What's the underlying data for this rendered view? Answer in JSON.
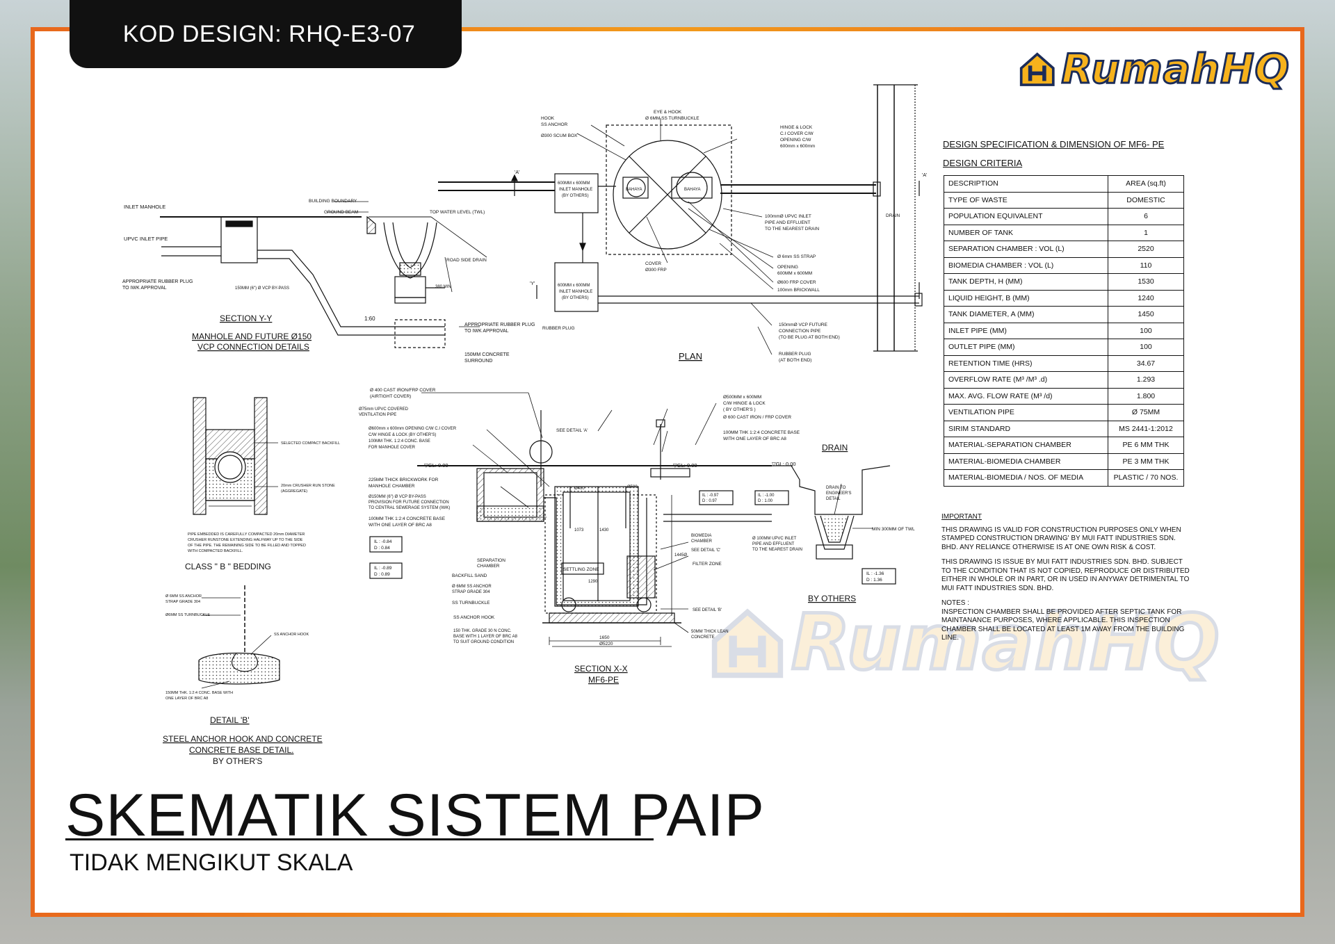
{
  "header": {
    "code_label": "KOD DESIGN:",
    "code_value": "RHQ-E3-07"
  },
  "brand": {
    "name": "RumahHQ",
    "icon": "house-h-logo-icon",
    "accent": "#f6b21c",
    "dark": "#1b2c59"
  },
  "frame": {
    "border_color": "#e8681c"
  },
  "title": {
    "main": "SKEMATIK SISTEM PAIP",
    "sub": "TIDAK MENGIKUT SKALA"
  },
  "spec": {
    "heading": "DESIGN SPECIFICATION & DIMENSION OF MF6- PE",
    "criteria": "DESIGN CRITERIA",
    "rows": [
      {
        "label": "DESCRIPTION",
        "value": "AREA (sq.ft)"
      },
      {
        "label": "TYPE OF WASTE",
        "value": "DOMESTIC"
      },
      {
        "label": "POPULATION EQUIVALENT",
        "value": "6"
      },
      {
        "label": "NUMBER OF TANK",
        "value": "1"
      },
      {
        "label": "SEPARATION CHAMBER : VOL (L)",
        "value": "2520"
      },
      {
        "label": "BIOMEDIA CHAMBER : VOL (L)",
        "value": "110"
      },
      {
        "label": "TANK DEPTH, H (MM)",
        "value": "1530"
      },
      {
        "label": "LIQUID HEIGHT, B (MM)",
        "value": "1240"
      },
      {
        "label": "TANK DIAMETER, A (MM)",
        "value": "1450"
      },
      {
        "label": "INLET PIPE (MM)",
        "value": "100"
      },
      {
        "label": "OUTLET PIPE (MM)",
        "value": "100"
      },
      {
        "label": "RETENTION TIME (HRS)",
        "value": "34.67"
      },
      {
        "label": "OVERFLOW RATE (M³ /M³ .d)",
        "value": "1.293"
      },
      {
        "label": "MAX. AVG. FLOW RATE (M³ /d)",
        "value": "1.800"
      },
      {
        "label": "VENTILATION PIPE",
        "value": "Ø 75MM"
      },
      {
        "label": "SIRIM STANDARD",
        "value": "MS 2441-1:2012"
      },
      {
        "label": "MATERIAL-SEPARATION CHAMBER",
        "value": "PE 6 MM THK"
      },
      {
        "label": "MATERIAL-BIOMEDIA CHAMBER",
        "value": "PE 3 MM THK"
      },
      {
        "label": "MATERIAL-BIOMEDIA / NOS. OF MEDIA",
        "value": "PLASTIC / 70 NOS."
      }
    ]
  },
  "notes": {
    "important_title": "IMPORTANT",
    "important_1": "THIS DRAWING IS VALID FOR CONSTRUCTION PURPOSES ONLY WHEN STAMPED CONSTRUCTION DRAWING' BY MUI FATT INDUSTRIES SDN. BHD. ANY RELIANCE OTHERWISE IS AT ONE OWN RISK & COST.",
    "important_2": "THIS DRAWING IS ISSUE BY MUI FATT INDUSTRIES SDN. BHD. SUBJECT TO THE CONDITION THAT IS NOT COPIED, REPRODUCE OR DISTRIBUTED EITHER IN WHOLE OR IN PART, OR IN USED IN ANYWAY DETRIMENTAL TO MUI FATT INDUSTRIES SDN. BHD.",
    "notes_title": "NOTES :",
    "notes_1": "INSPECTION CHAMBER SHALL BE PROVIDED AFTER SEPTIC TANK FOR MAINTANANCE PURPOSES, WHERE APPLICABLE. THIS INSPECTION CHAMBER SHALL BE LOCATED AT LEAST 1M AWAY FROM THE BUILDING LINE."
  },
  "drawing": {
    "section_yy": {
      "title": "SECTION Y-Y",
      "caption1": "MANHOLE AND FUTURE Ø150",
      "caption2": "VCP CONNECTION DETAILS",
      "inlet_manhole": "INLET MANHOLE",
      "upvc_inlet": "UPVC INLET PIPE",
      "rubber_plug": "APPROPRIATE RUBBER PLUG",
      "iwk": "TO IWK APPROVAL",
      "building_boundary": "BUILDING BOUNDARY",
      "ground_beam": "GROUND BEAM",
      "twl": "TOP WATER LEVEL (TWL)",
      "road_drain": "ROAD SIDE DRAIN",
      "bypass": "150MM (6\") Ø VCP BY-PASS",
      "slope": "1:60",
      "dim": "380 MIN",
      "rubber_plug2": "APPROPRIATE RUBBER PLUG",
      "iwk2": "TO IWK APPROVAL",
      "concrete": "150MM CONCRETE",
      "surround": "SURROUND"
    },
    "plan": {
      "title": "PLAN",
      "hook": "HOOK",
      "ss_anchor": "SS ANCHOR",
      "scum": "Ø300 SCUM BOX",
      "eye_hook": "EYE & HOOK",
      "turnbuckle": "Ø 6MM SS TURNBUCKLE",
      "hinge": "HINGE & LOCK",
      "ci_cover": "C.I COVER C/W",
      "opening": "OPENING C/W",
      "opening_size": "600mm x 600mm",
      "manhole1a": "600MM x 600MM",
      "manhole1b": "INLET MANHOLE",
      "manhole1c": "(BY OTHERS)",
      "bahaya1": "BAHAYA",
      "bahaya2": "BAHAYA",
      "manhole2a": "600MM x 600MM",
      "manhole2b": "INLET MANHOLE",
      "manhole2c": "(BY OTHERS)",
      "a_mark": "'A'",
      "y_mark": "'Y'",
      "upvc_outlet": "100mmØ UPVC INLET",
      "effluent": "PIPE AND EFFLUENT",
      "nearest": "TO THE NEAREST DRAIN",
      "strap": "Ø 6mm SS STRAP",
      "cover_frp": "COVER",
      "cover_frp2": "Ø300 FRP",
      "opening2": "OPENING",
      "opening2b": "600MM x 600MM",
      "frp_cover": "Ø600 FRP COVER",
      "brickwall": "100mm BRICKWALL",
      "rubber_plug": "RUBBER PLUG",
      "future": "150mmØ VCP FUTURE",
      "connection": "CONNECTION PIPE",
      "plug_both": "(TO BE PLUG AT BOTH END)",
      "rubber_plug2": "RUBBER PLUG",
      "at_both": "(AT BOTH END)",
      "drain": "DRAIN"
    },
    "section_xx": {
      "title": "SECTION X-X",
      "subtitle": "MF6-PE",
      "cast_iron": "Ø 400 CAST IRON/FRP COVER",
      "airtight": "(AIRTIGHT COVER)",
      "vent": "Ø75mm UPVC COVERED",
      "vent2": "VENTILATION PIPE",
      "see_a": "SEE DETAIL 'A'",
      "opening_cw": "Ø600mm x 600mm OPENING C/W C.I COVER",
      "hinge_lock": "C/W HINGE & LOCK (BY OTHER'S)",
      "conc_base": "100MM THK. 1:2:4 CONC. BASE",
      "for_cover": "FOR MANHOLE COVER",
      "brickwork": "225MM THICK BRICKWORK FOR",
      "chamber": "MANHOLE CHAMBER",
      "bypass": "Ø150MM (6\") Ø VCP BY-PASS",
      "provision": "PROVISION FOR FUTURE CONNECTION",
      "sewerage": "TO CENTRAL SEWERAGE SYSTEM (IWK)",
      "conc_base2": "100MM THK 1:2:4 CONCRETE BASE",
      "brc": "WITH ONE LAYER OF BRC A8",
      "il1": "IL : -0.84",
      "d1": "D : 0.84",
      "il2": "IL : -0.89",
      "d2": "D : 0.89",
      "gl": "▽GL: 0.00",
      "gl2": "▽GL: 0.00",
      "gl3": "▽GL: 0.00",
      "sep_chamber": "SEPARATION",
      "sep_chamber2": "CHAMBER",
      "backfill": "BACKFILL SAND",
      "anchor_strap": "Ø 6MM SS ANCHOR",
      "grade": "STRAP GRADE 304",
      "ss_turnbuckle": "SS TURNBUCKLE",
      "ss_anchor_hook": "SS ANCHOR HOOK",
      "base150": "150 THK. GRADE 30 N CONC.",
      "base150b": "BASE WITH 1 LAYER OF BRC A8",
      "base150c": "TO SUIT GROUND CONDITION",
      "settling": "SETTLING ZONE",
      "filter": "FILTER ZONE",
      "biomedia": "BIOMEDIA",
      "biomedia2": "CHAMBER",
      "see_c": "SEE DETAIL 'C'",
      "see_b": "SEE DETAIL 'B'",
      "lean": "50MM THICK LEAN",
      "lean2": "CONCRETE",
      "cover500": "Ø500MM x 600MM",
      "cover500b": "C/W HINGE & LOCK",
      "cover500c": "( BY OTHER'S )",
      "cover500d": "Ø 600 CAST IRON / FRP COVER",
      "conc_base3": "100MM THK 1:2:4 CONCRETE BASE",
      "brc3": "WITH ONE LAYER OF BRC A8",
      "il3": "IL : -0.97",
      "d3": "D : 0.97",
      "il4": "IL : -1.00",
      "d4": "D : 1.00",
      "upvc": "Ø 100MM UPVC INLET",
      "upvc2": "PIPE AND EFFLUENT",
      "upvc3": "TO THE NEAREST DRAIN",
      "d400": "Ø400",
      "d500": "Ø500",
      "dim1650": "1650",
      "dim5220": "Ø5220",
      "dim1290": "1290",
      "dim1073": "1073",
      "dim1430": "1430",
      "dim1445": "1445Ø"
    },
    "drain": {
      "title": "DRAIN",
      "by": "BY OTHERS",
      "eng": "DRAIN TO",
      "eng2": "ENGINEER'S",
      "eng3": "DETAIL",
      "min": "MIN 300MM OF TWL",
      "il": "IL : -1.36",
      "d": "D : 1.36"
    },
    "bedding": {
      "title": "CLASS \" B \" BEDDING",
      "backfill": "SELECTED COMPACT BACKFILL",
      "crusher": "20mm CRUSHER RUN STONE",
      "aggregate": "(AGGREGATE)",
      "note1": "PIPE EMBEDDED IS CAREFULLY COMPACTED 20mm DIAMETER",
      "note2": "CRUSHER RUNSTONE EXTENDING HALFWAY UP TO THE SIDE",
      "note3": "OF THE PIPE. THE REMAINING SIDE TO BE FILLED AND TOPPED",
      "note4": "WITH COMPACTED BACKFILL."
    },
    "detail_b": {
      "title": "DETAIL 'B'",
      "cap1": "STEEL ANCHOR HOOK AND CONCRETE",
      "cap2": "CONCRETE BASE DETAIL.",
      "cap3": "BY OTHER'S",
      "anchor": "Ø 6MM SS ANCHOR",
      "grade": "STRAP GRADE 304",
      "turnbuckle": "Ø6MM SS TURNBUCKLE",
      "hook": "SS ANCHOR HOOK",
      "base": "150MM THK. 1:2:4 CONC. BASE WITH",
      "base2": "ONE LAYER OF BRC A8"
    }
  }
}
